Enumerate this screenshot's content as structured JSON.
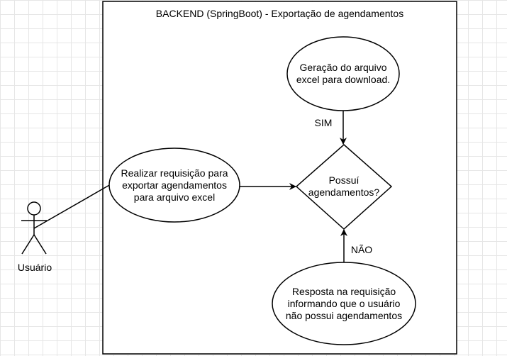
{
  "diagram": {
    "system_title": "BACKEND (SpringBoot) -  Exportação de  agendamentos",
    "actor": {
      "label": "Usuário"
    },
    "nodes": {
      "request": {
        "lines": [
          "Realizar requisição para",
          "exportar  agendamentos",
          "para arquivo excel"
        ]
      },
      "decision": {
        "lines": [
          "Possuí",
          "agendamentos?"
        ]
      },
      "generate": {
        "lines": [
          "Geração do arquivo",
          "excel para download."
        ]
      },
      "response": {
        "lines": [
          "Resposta na requisição",
          "informando que o usuário",
          "não possui agendamentos"
        ]
      }
    },
    "edges": {
      "yes_label": "SIM",
      "no_label": "NÃO"
    }
  }
}
